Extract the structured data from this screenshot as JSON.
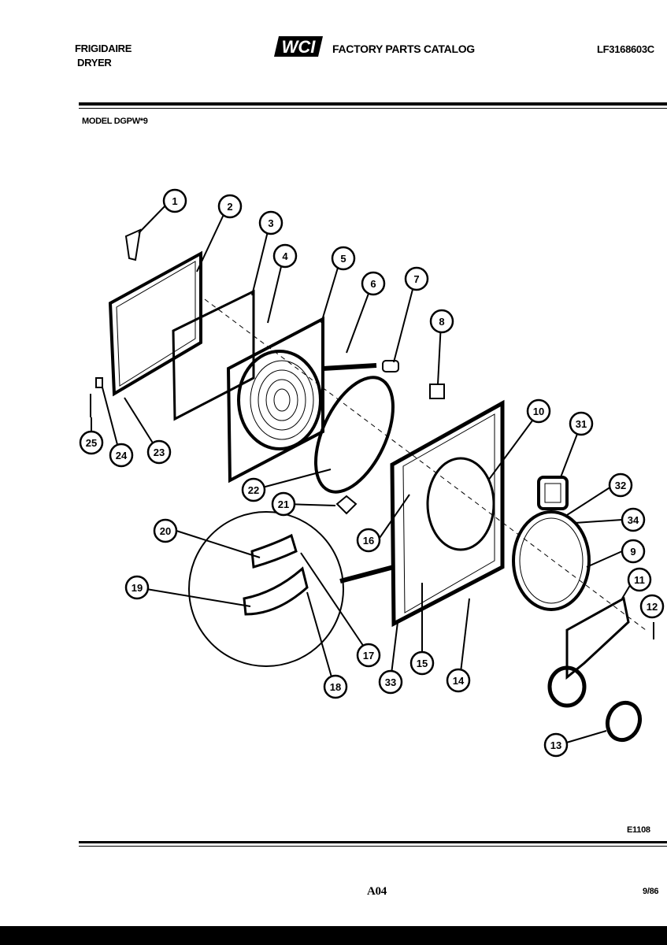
{
  "header": {
    "brand": "FRIGIDAIRE",
    "product": "DRYER",
    "logo_text": "WCI",
    "catalog_title": "FACTORY PARTS CATALOG",
    "catalog_code": "LF3168603C",
    "model": "MODEL DGPW*9"
  },
  "footer": {
    "diagram_code": "E1108",
    "page": "A04",
    "date": "9/86"
  },
  "callouts": [
    "1",
    "2",
    "3",
    "4",
    "5",
    "6",
    "7",
    "8",
    "9",
    "10",
    "11",
    "12",
    "13",
    "14",
    "15",
    "16",
    "17",
    "18",
    "19",
    "20",
    "21",
    "22",
    "23",
    "24",
    "25",
    "31",
    "32",
    "33",
    "34"
  ]
}
